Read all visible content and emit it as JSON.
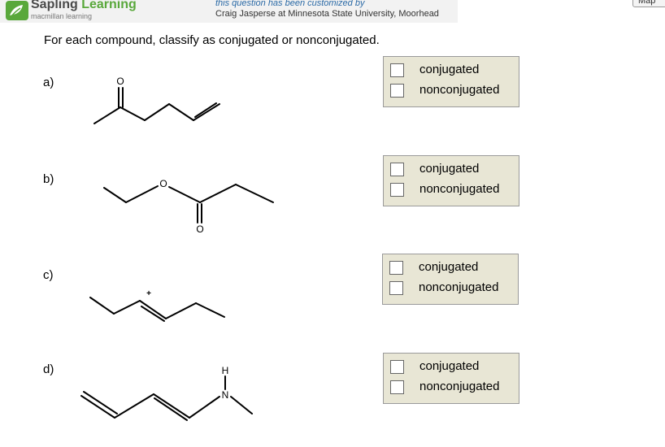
{
  "header": {
    "brand": "Sapling",
    "brand_accent": "Learning",
    "brand_sub": "macmillan learning",
    "custom_note": "this question has been customized by",
    "custom_author": "Craig Jasperse at Minnesota State University, Moorhead",
    "map_button": "Map"
  },
  "instructions": "For each compound, classify as conjugated or nonconjugated.",
  "questions": [
    {
      "label": "a)",
      "options": [
        "conjugated",
        "nonconjugated"
      ],
      "structure": {
        "atoms": [
          "O"
        ]
      }
    },
    {
      "label": "b)",
      "options": [
        "conjugated",
        "nonconjugated"
      ],
      "structure": {
        "atoms": [
          "O",
          "O"
        ]
      }
    },
    {
      "label": "c)",
      "options": [
        "conjugated",
        "nonconjugated"
      ],
      "structure": {
        "atoms": [
          "+"
        ]
      }
    },
    {
      "label": "d)",
      "options": [
        "conjugated",
        "nonconjugated"
      ],
      "structure": {
        "atoms": [
          "H",
          "N"
        ]
      }
    }
  ],
  "colors": {
    "brand_green": "#59a83b",
    "option_box_bg": "#e8e6d5",
    "note_blue": "#2b6aa6"
  }
}
